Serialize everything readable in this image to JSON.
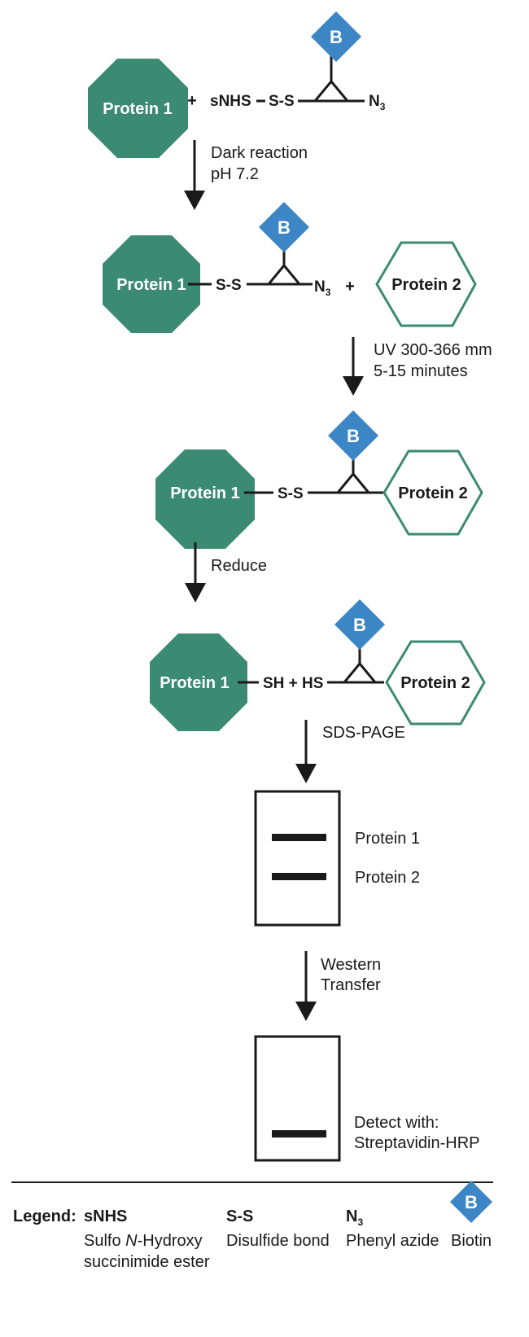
{
  "colors": {
    "protein_fill": "#3b8a72",
    "outline_green": "#3b8a72",
    "biotin": "#3d86c6",
    "ink": "#1a1a1a"
  },
  "labels": {
    "protein1": "Protein 1",
    "protein2": "Protein 2",
    "biotin_letter": "B",
    "plus": "+",
    "snhs": "sNHS",
    "ss": "S-S",
    "n3_base": "N",
    "n3_sub": "3",
    "sh_hs": "SH + HS"
  },
  "steps": {
    "step1_line1": "Dark reaction",
    "step1_line2": "pH 7.2",
    "step2_line1": "UV 300-366 mm",
    "step2_line2": "5-15 minutes",
    "step3": "Reduce",
    "step4": "SDS-PAGE",
    "step5_line1": "Western",
    "step5_line2": "Transfer"
  },
  "gel": {
    "band1": "Protein 1",
    "band2": "Protein 2"
  },
  "blot": {
    "detect_line1": "Detect with:",
    "detect_line2": "Streptavidin-HRP"
  },
  "legend": {
    "title": "Legend:",
    "snhs_term": "sNHS",
    "snhs_def_pre": "Sulfo ",
    "snhs_def_italic": "N",
    "snhs_def_post": "-Hydroxy",
    "snhs_def_line2": "succinimide ester",
    "ss_term": "S-S",
    "ss_def": "Disulfide bond",
    "n3_term_base": "N",
    "n3_term_sub": "3",
    "n3_def": "Phenyl azide",
    "biotin_letter": "B",
    "biotin_def": "Biotin"
  }
}
